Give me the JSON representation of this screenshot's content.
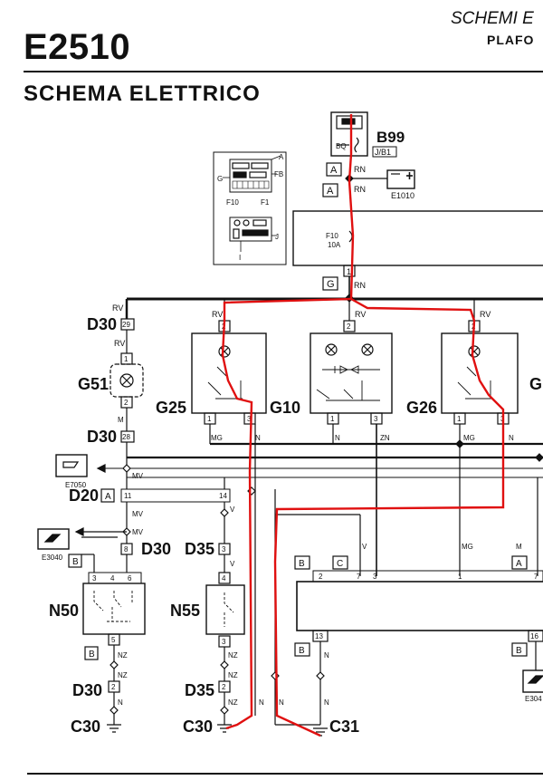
{
  "header": {
    "code": "E2510",
    "section": "SCHEMI E",
    "subsection": "PLAFO",
    "title": "SCHEMA ELETTRICO"
  },
  "diagram": {
    "components": {
      "B99": "B99",
      "B99_sub": "J/B1",
      "B99_internal": "BQ",
      "E1010": "E1010",
      "E7050": "E7050",
      "E3040_left": "E3040",
      "E3040_right": "E304",
      "G51": "G51",
      "G25": "G25",
      "G10": "G10",
      "G26": "G26",
      "G_right": "G",
      "N50": "N50",
      "N55": "N55",
      "fuse_label": "F10",
      "fuse_rating": "10A"
    },
    "connectors": {
      "D30": "D30",
      "D20": "D20",
      "D35": "D35",
      "C30": "C30",
      "C31": "C31"
    },
    "letters": {
      "A": "A",
      "B": "B",
      "C": "C",
      "G": "G",
      "FB": "FB",
      "F10": "F10",
      "F1": "F1",
      "J": "J",
      "I": "I"
    },
    "pins": {
      "p1": "1",
      "p2": "2",
      "p3": "3",
      "p4": "4",
      "p5": "5",
      "p6": "6",
      "p7": "7",
      "p8": "8",
      "p11": "11",
      "p13": "13",
      "p14": "14",
      "p16": "16",
      "p28": "28",
      "p29": "29"
    },
    "wire_colors": {
      "RN": "RN",
      "RV": "RV",
      "M": "M",
      "MV": "MV",
      "MG": "MG",
      "N": "N",
      "ZN": "ZN",
      "V": "V",
      "NZ": "NZ"
    },
    "highlight_color": "#e01010",
    "line_color": "#111111"
  }
}
